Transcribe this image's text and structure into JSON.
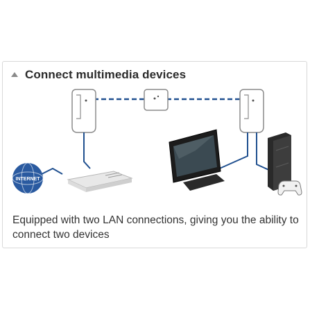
{
  "section": {
    "title": "Connect multimedia devices",
    "description": "Equipped with two LAN connections, giving you the ability to connect two devices"
  },
  "illustration": {
    "internet_label": "INTERNET",
    "colors": {
      "cable": "#1f4f8f",
      "globe": "#2a5aa0",
      "adapter_outline": "#8c8c8c"
    }
  }
}
